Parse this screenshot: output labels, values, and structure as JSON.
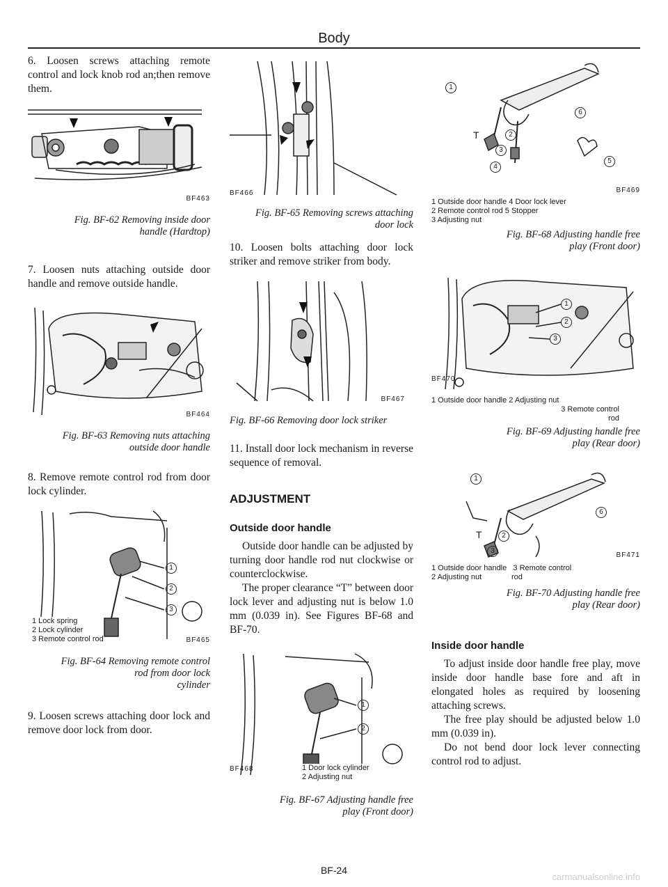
{
  "header": "Body",
  "footer": "BF-24",
  "watermark": "carmanualsonline.info",
  "col1": {
    "step6": "6. Loosen screws attaching remote control and lock knob rod an;then remove them.",
    "fig62": {
      "code": "BF463",
      "caption_l1": "Fig. BF-62 Removing inside door",
      "caption_l2": "handle (Hardtop)"
    },
    "step7": "7. Loosen nuts attaching outside door handle and remove outside handle.",
    "fig63": {
      "code": "BF464",
      "caption_l1": "Fig. BF-63 Removing nuts attaching",
      "caption_l2": "outside door handle"
    },
    "step8": "8. Remove remote control rod from door lock cylinder.",
    "fig64": {
      "code": "BF465",
      "callouts": [
        "1",
        "2",
        "3"
      ],
      "legend": [
        "1 Lock spring",
        "2 Lock cylinder",
        "3 Remote control rod"
      ],
      "caption_l1": "Fig. BF-64 Removing remote control",
      "caption_l2": "rod from door lock",
      "caption_l3": "cylinder"
    },
    "step9": "9. Loosen screws attaching door lock and remove door lock from door."
  },
  "col2": {
    "fig65": {
      "code": "BF466",
      "caption_l1": "Fig. BF-65 Removing screws attaching",
      "caption_l2": "door lock"
    },
    "step10": "10. Loosen bolts attaching door lock striker and remove striker from body.",
    "fig66": {
      "code": "BF467",
      "caption": "Fig. BF-66 Removing door lock striker"
    },
    "step11": "11. Install door lock mechanism in reverse sequence of removal.",
    "adjustment": "ADJUSTMENT",
    "outside_heading": "Outside door handle",
    "para1": "Outside door handle can be adjusted by turning door handle rod nut clockwise or counterclockwise.",
    "para2": "The proper clearance “T” between door lock lever and adjusting nut is below 1.0 mm (0.039 in). See Figures BF-68 and BF-70.",
    "fig67": {
      "code": "BF468",
      "callouts": [
        "1",
        "2"
      ],
      "legend": [
        "1 Door lock cylinder",
        "2 Adjusting nut"
      ],
      "caption_l1": "Fig. BF-67 Adjusting handle free",
      "caption_l2": "play (Front door)"
    }
  },
  "col3": {
    "fig68": {
      "code": "BF469",
      "callouts": [
        "1",
        "2",
        "3",
        "4",
        "5",
        "6"
      ],
      "t_label": "T",
      "legend": [
        "1 Outside door handle  4 Door lock lever",
        "2 Remote control rod  5 Stopper",
        "3 Adjusting nut"
      ],
      "caption_l1": "Fig. BF-68 Adjusting handle free",
      "caption_l2": "play (Front door)"
    },
    "fig69": {
      "code": "BF470",
      "callouts": [
        "1",
        "2",
        "3"
      ],
      "legend_l1": "1 Outside door handle  2 Adjusting nut",
      "legend_l2": "3 Remote control",
      "legend_l3": "rod",
      "caption_l1": "Fig. BF-69 Adjusting handle free",
      "caption_l2": "play (Rear door)"
    },
    "fig70": {
      "code": "BF471",
      "callouts": [
        "1",
        "2",
        "3",
        "6"
      ],
      "t_label": "T",
      "legend_l1": "1 Outside door handle   3 Remote control",
      "legend_l2": "2 Adjusting nut              rod",
      "caption_l1": "Fig. BF-70 Adjusting handle free",
      "caption_l2": "play (Rear door)"
    },
    "inside_heading": "Inside door handle",
    "para1": "To adjust inside door handle free play, move inside door handle base fore and aft in elongated holes as required by loosening attaching screws.",
    "para2": "The free play should be adjusted below 1.0 mm (0.039 in).",
    "para3": "Do not bend door lock lever connecting control rod to adjust."
  }
}
